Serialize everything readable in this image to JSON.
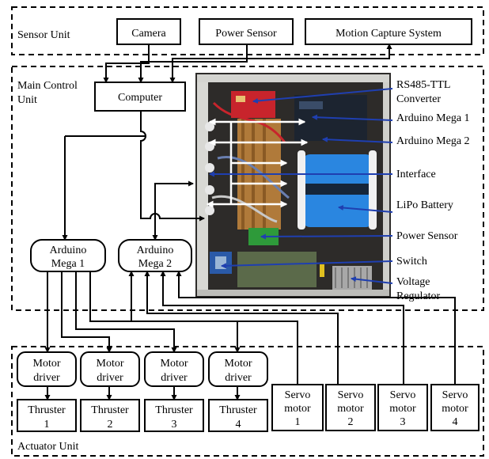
{
  "units": {
    "sensor": "Sensor Unit",
    "main_line1": "Main Control",
    "main_line2": "Unit",
    "actuator": "Actuator Unit"
  },
  "blocks": {
    "camera": "Camera",
    "power_sensor": "Power Sensor",
    "mocap": "Motion Capture System",
    "computer": "Computer",
    "arduino1": [
      "Arduino",
      "Mega 1"
    ],
    "arduino2": [
      "Arduino",
      "Mega 2"
    ]
  },
  "motor_drivers": [
    [
      "Motor",
      "driver"
    ],
    [
      "Motor",
      "driver"
    ],
    [
      "Motor",
      "driver"
    ],
    [
      "Motor",
      "driver"
    ]
  ],
  "thrusters": [
    [
      "Thruster",
      "1"
    ],
    [
      "Thruster",
      "2"
    ],
    [
      "Thruster",
      "3"
    ],
    [
      "Thruster",
      "4"
    ]
  ],
  "servos": [
    [
      "Servo",
      "motor",
      "1"
    ],
    [
      "Servo",
      "motor",
      "2"
    ],
    [
      "Servo",
      "motor",
      "3"
    ],
    [
      "Servo",
      "motor",
      "4"
    ]
  ],
  "photo_labels": {
    "rs485": [
      "RS485-TTL",
      "Converter"
    ],
    "mega1": "Arduino Mega 1",
    "mega2": "Arduino Mega 2",
    "interface": "Interface",
    "lipo": "LiPo Battery",
    "power_sensor": "Power Sensor",
    "switch": "Switch",
    "regulator": [
      "Voltage",
      "Regulator"
    ]
  },
  "colors": {
    "line": "#000000",
    "annotation_blue": "#1f3fb0",
    "photo_background": "#2d2b29",
    "battery": "#2a86e0",
    "board_red": "#c8242c",
    "board_green": "#2e9a3a"
  }
}
